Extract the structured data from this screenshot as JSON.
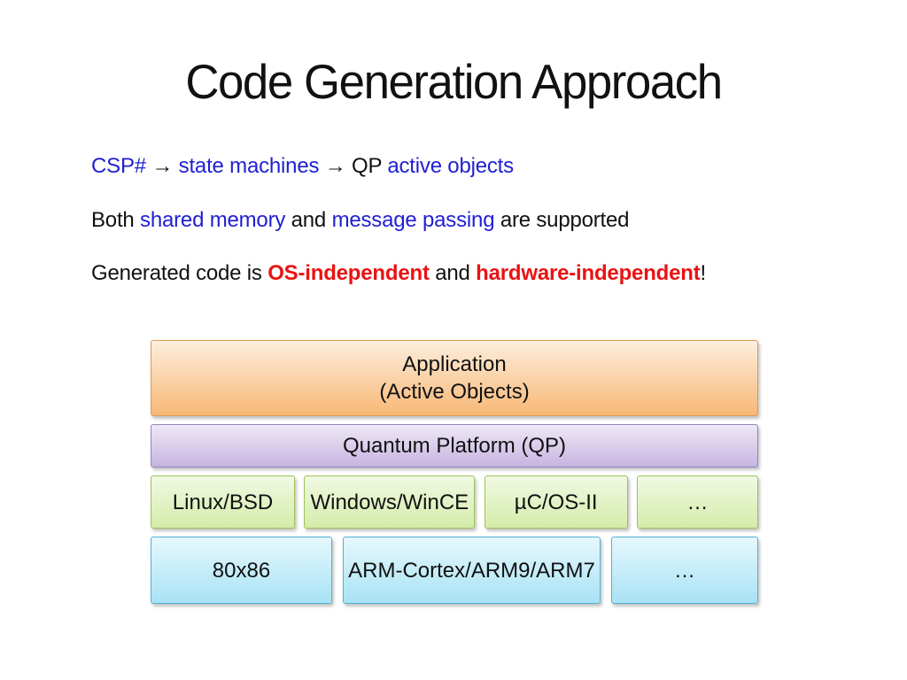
{
  "title": "Code Generation Approach",
  "intro": {
    "line1": {
      "segments": [
        {
          "text": "CSP# ",
          "color": "blue"
        },
        {
          "text": "→ ",
          "color": "black"
        },
        {
          "text": "state machines ",
          "color": "blue"
        },
        {
          "text": "→ ",
          "color": "black"
        },
        {
          "text": "QP ",
          "color": "black"
        },
        {
          "text": "active objects",
          "color": "blue"
        }
      ]
    },
    "line2": {
      "segments": [
        {
          "text": "Both ",
          "color": "black"
        },
        {
          "text": "shared memory ",
          "color": "blue"
        },
        {
          "text": "and ",
          "color": "black"
        },
        {
          "text": "message passing ",
          "color": "blue"
        },
        {
          "text": "are supported",
          "color": "black"
        }
      ]
    },
    "line3": {
      "segments": [
        {
          "text": "Generated code is ",
          "color": "black"
        },
        {
          "text": "OS-independent",
          "color": "red"
        },
        {
          "text": " and ",
          "color": "black"
        },
        {
          "text": "hardware-independent",
          "color": "red"
        },
        {
          "text": "!",
          "color": "black"
        }
      ]
    }
  },
  "diagram": {
    "application": {
      "line1": "Application",
      "line2": "(Active Objects)"
    },
    "platform": {
      "label": "Quantum Platform (QP)"
    },
    "os_layer": {
      "boxes": [
        {
          "label": "Linux/BSD"
        },
        {
          "label": "Windows/WinCE"
        },
        {
          "label": "µC/OS-II"
        },
        {
          "label": "…"
        }
      ]
    },
    "hw_layer": {
      "boxes": [
        {
          "label": "80x86"
        },
        {
          "label": "ARM-Cortex/ARM9/ARM7"
        },
        {
          "label": "…"
        }
      ]
    }
  },
  "colors": {
    "accent_blue": "#1f1fd3",
    "accent_red": "#e91313",
    "text_black": "#111111",
    "orange_fill_top": "#fdeedd",
    "orange_fill_bottom": "#f8b876",
    "orange_border": "#dc9b55",
    "purple_fill_top": "#eee8f5",
    "purple_fill_bottom": "#c7b4e1",
    "purple_border": "#9386bd",
    "green_fill_top": "#f1f9e4",
    "green_fill_bottom": "#d5eca9",
    "green_border": "#9cc35a",
    "blue_fill_top": "#e6f8fd",
    "blue_fill_bottom": "#a8e2f5",
    "blue_border": "#52b1d6"
  }
}
